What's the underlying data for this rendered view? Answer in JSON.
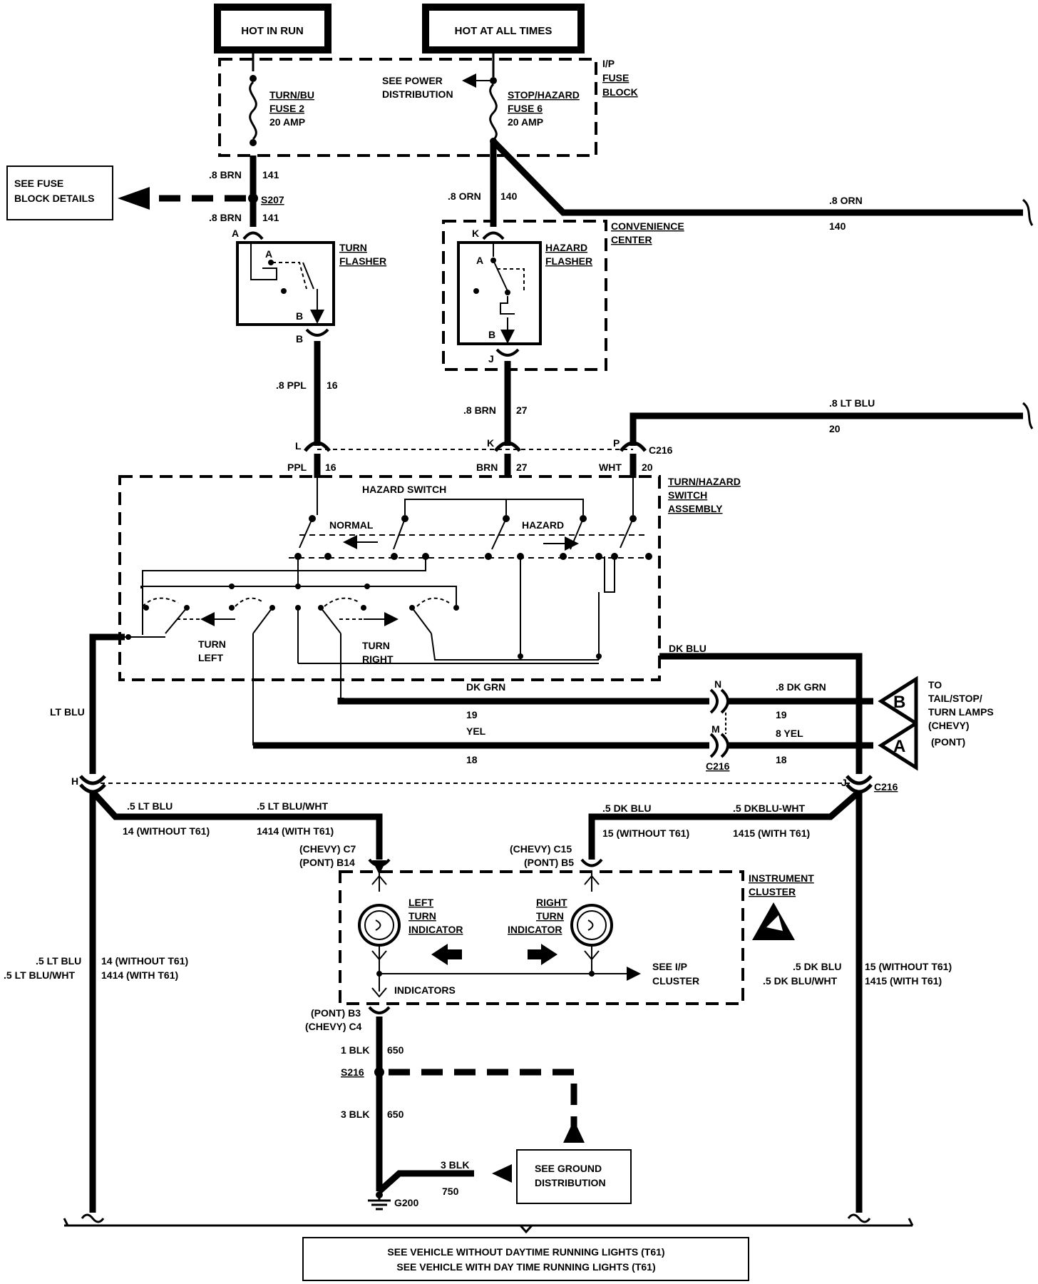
{
  "power": {
    "hot_in_run": "HOT IN RUN",
    "hot_at_all_times": "HOT AT ALL TIMES"
  },
  "fuse_block": {
    "label_1": "I/P",
    "label_2": "FUSE",
    "label_3": "BLOCK",
    "see_power_1": "SEE POWER",
    "see_power_2": "DISTRIBUTION",
    "fuse2_1": "TURN/BU",
    "fuse2_2": "FUSE 2",
    "fuse2_3": "20 AMP",
    "fuse6_1": "STOP/HAZARD",
    "fuse6_2": "FUSE 6",
    "fuse6_3": "20 AMP"
  },
  "see_fuse_block": {
    "line1": "SEE FUSE",
    "line2": "BLOCK DETAILS"
  },
  "wires": {
    "brn8": ".8 BRN",
    "c141": "141",
    "s207": "S207",
    "orn8": ".8 ORN",
    "c140": "140",
    "ppl8": ".8 PPL",
    "c16": "16",
    "brn8b": ".8 BRN",
    "c27": "27",
    "ltblu8": ".8 LT BLU",
    "c20": "20",
    "ppl": "PPL",
    "brn": "BRN",
    "wht": "WHT",
    "dkgrn": "DK GRN",
    "c19": "19",
    "dkgrn8": ".8 DK GRN",
    "yel": "YEL",
    "c18": "18",
    "yel8": "8 YEL",
    "dkblu": "DK BLU",
    "ltblu": "LT BLU",
    "ltblu5": ".5 LT BLU",
    "ltbluwht5": ".5 LT BLU/WHT",
    "w14": "14  (WITHOUT T61)",
    "w1414": "1414  (WITH T61)",
    "dkblu5": ".5 DK BLU",
    "dkbluwht5": ".5 DKBLU-WHT",
    "w15": "15  (WITHOUT T61)",
    "w1415": "1415  (WITH T61)",
    "left_a": ".5 LT BLU",
    "left_b": ".5 LT BLU/WHT",
    "left_c": "14  (WITHOUT T61)",
    "left_d": "1414  (WITH T61)",
    "right_a": ".5 DK BLU",
    "right_b": ".5 DK BLU/WHT",
    "right_c": "15  (WITHOUT T61)",
    "right_d": "1415  (WITH T61)",
    "blk1": "1 BLK",
    "c650": "650",
    "s216": "S216",
    "blk3": "3 BLK",
    "c650b": "650",
    "blk3b": "3 BLK",
    "c750": "750",
    "g200": "G200"
  },
  "connectors": {
    "A": "A",
    "B": "B",
    "K": "K",
    "J": "J",
    "L": "L",
    "K2": "K",
    "P": "P",
    "c216": "C216",
    "N": "N",
    "M": "M",
    "c216b": "C216",
    "H": "H",
    "J2": "J",
    "c216c": "C216",
    "chevy_c7": "(CHEVY) C7",
    "pont_b14": "(PONT) B14",
    "chevy_c15": "(CHEVY)  C15",
    "pont_b5": "(PONT)  B5",
    "pont_b3": "(PONT)  B3",
    "chevy_c4": "(CHEVY)  C4"
  },
  "components": {
    "turn_flasher_1": "TURN",
    "turn_flasher_2": "FLASHER",
    "hazard_flasher_1": "HAZARD",
    "hazard_flasher_2": "FLASHER",
    "conv_1": "CONVENIENCE",
    "conv_2": "CENTER",
    "switch_1": "TURN/HAZARD",
    "switch_2": "SWITCH",
    "switch_3": "ASSEMBLY",
    "hazard_switch": "HAZARD  SWITCH",
    "normal": "NORMAL",
    "hazard": "HAZARD",
    "turn_left_1": "TURN",
    "turn_left_2": "LEFT",
    "turn_right_1": "TURN",
    "turn_right_2": "RIGHT",
    "cluster_1": "INSTRUMENT",
    "cluster_2": "CLUSTER",
    "left_ind_1": "LEFT",
    "left_ind_2": "TURN",
    "left_ind_3": "INDICATOR",
    "right_ind_1": "RIGHT",
    "right_ind_2": "TURN",
    "right_ind_3": "INDICATOR",
    "see_ip_1": "SEE I/P",
    "see_ip_2": "CLUSTER",
    "indicators": "INDICATORS",
    "see_ground_1": "SEE GROUND",
    "see_ground_2": "DISTRIBUTION"
  },
  "lamps": {
    "to_1": "TO",
    "to_2": "TAIL/STOP/",
    "to_3": "TURN LAMPS",
    "to_4": "(CHEVY)",
    "to_5": "(PONT)",
    "B": "B",
    "A": "A"
  },
  "footer": {
    "line1": "SEE VEHICLE WITHOUT  DAYTIME RUNNING LIGHTS (T61)",
    "line2": "SEE VEHICLE WITH DAY TIME RUNNING LIGHTS (T61)"
  }
}
